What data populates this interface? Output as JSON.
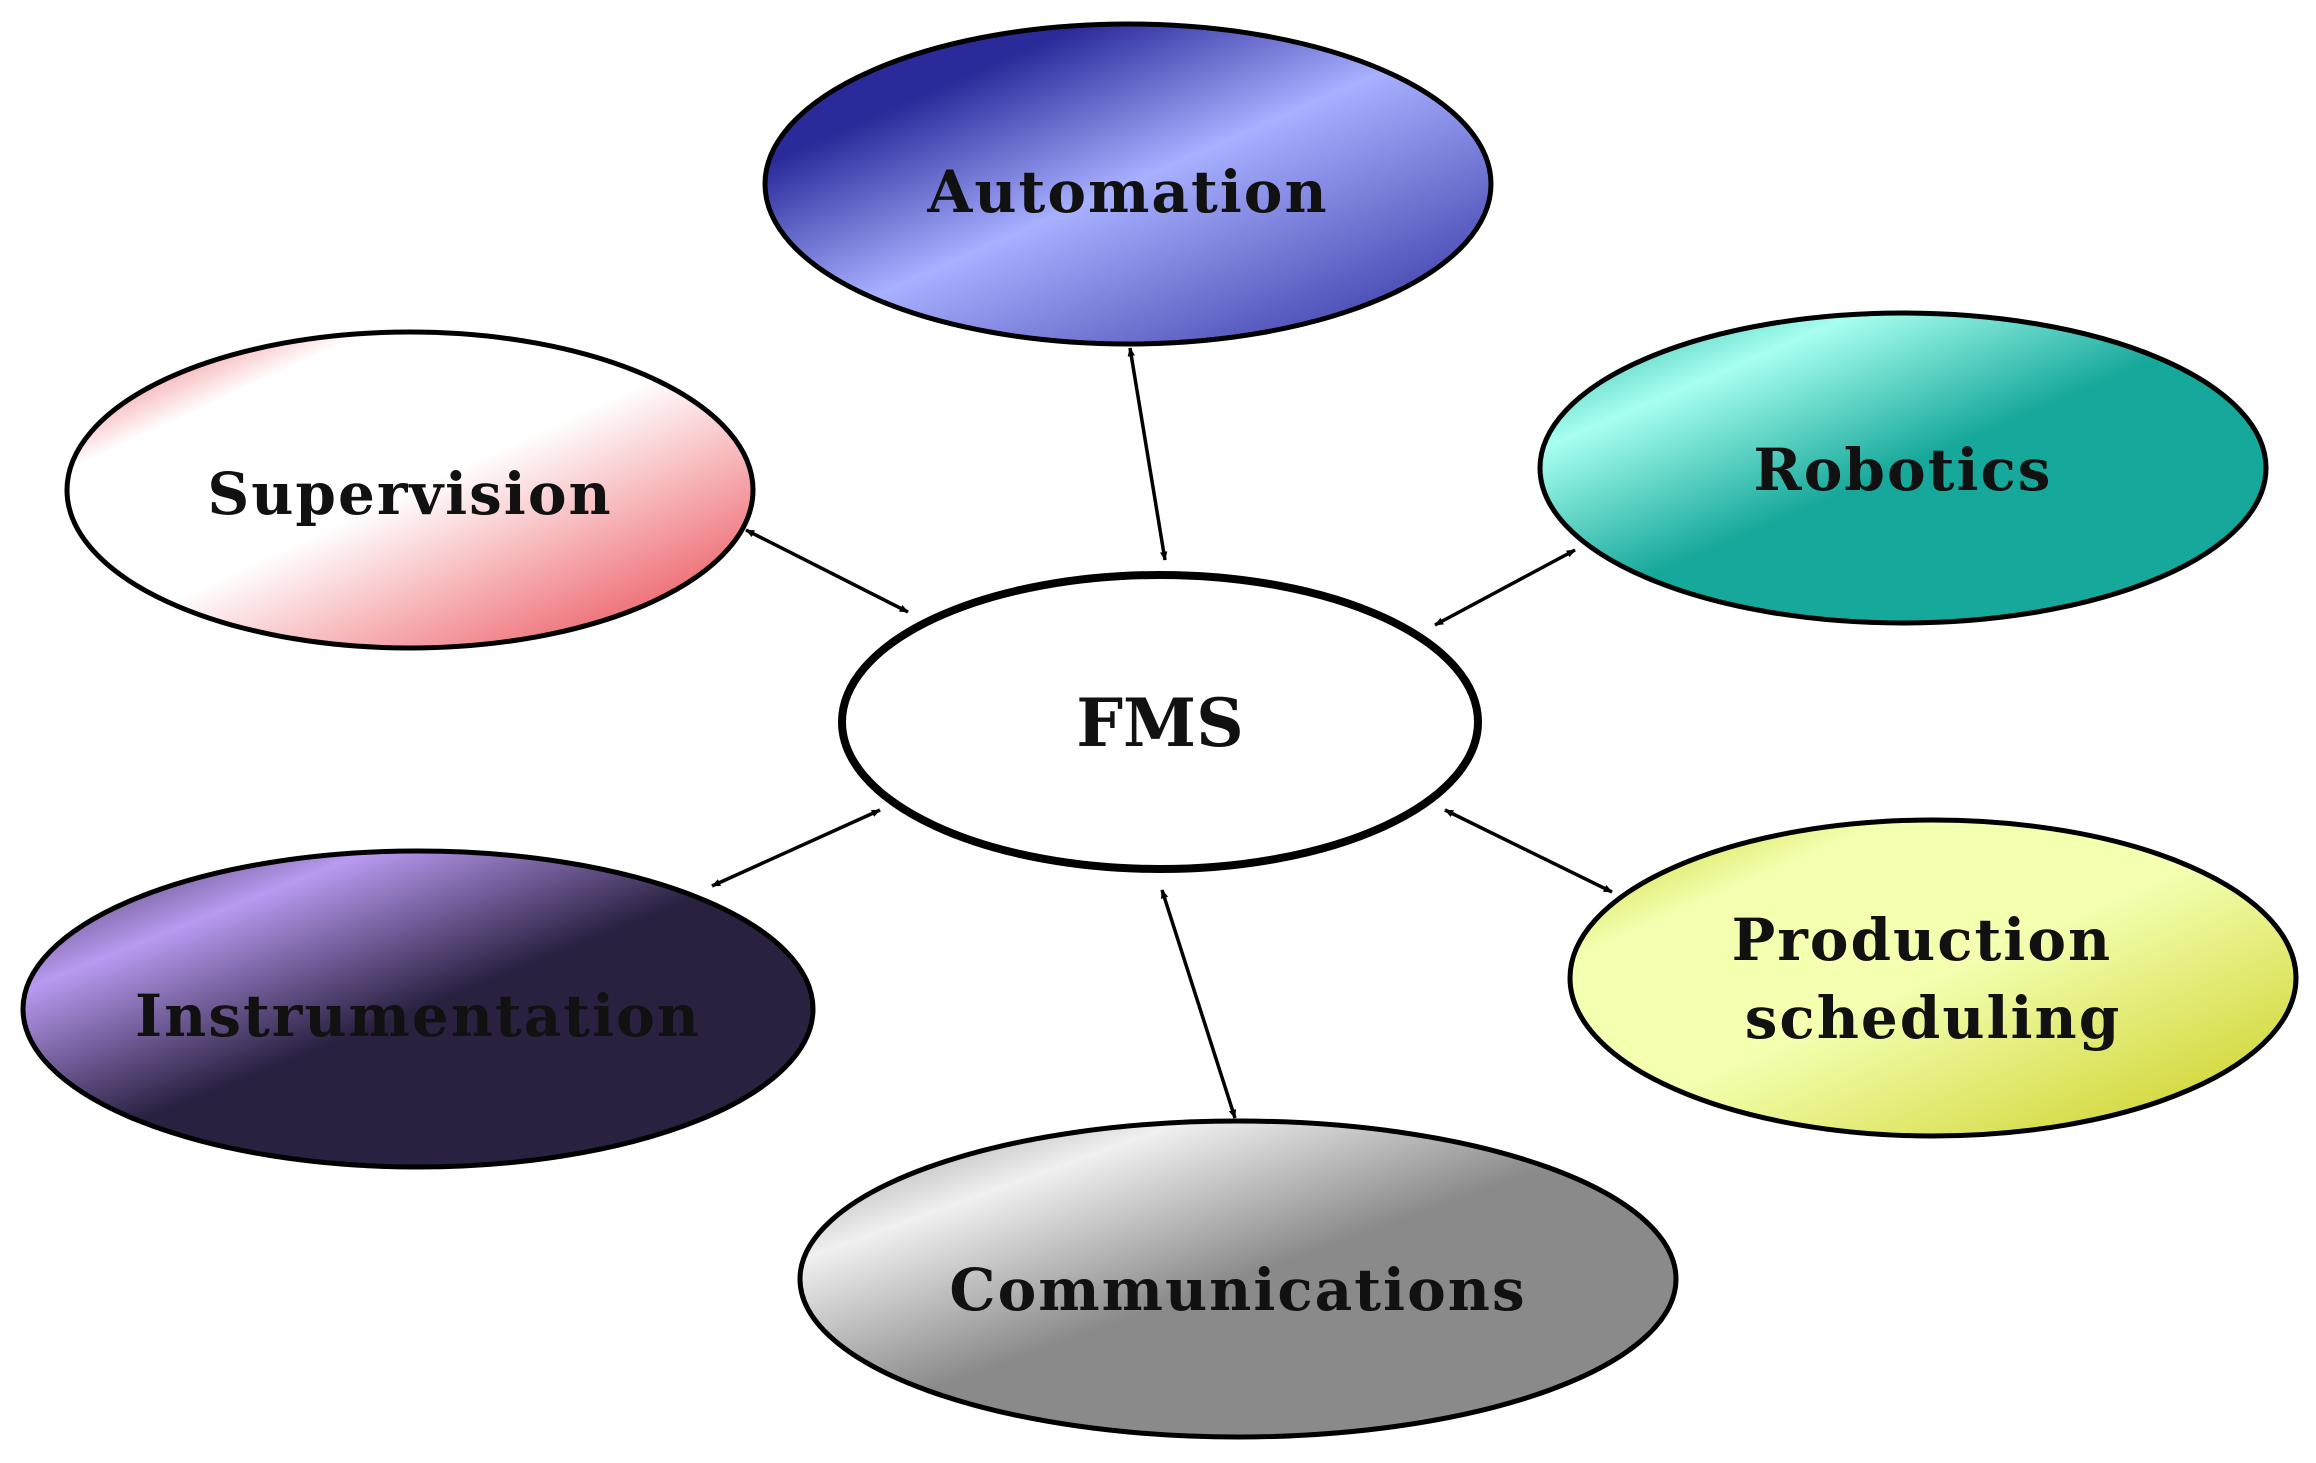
{
  "center": {
    "label": "FMS"
  },
  "nodes": [
    {
      "id": "automation",
      "label_lines": [
        "Automation"
      ],
      "color_light": "#a8b0ff",
      "color_dark": "#2a2a9a"
    },
    {
      "id": "robotics",
      "label_lines": [
        "Robotics"
      ],
      "color_light": "#a8fff0",
      "color_dark": "#16a89a"
    },
    {
      "id": "production-scheduling",
      "label_lines": [
        "Production",
        "scheduling"
      ],
      "color_light": "#f4ffb0",
      "color_dark": "#c8cc1a"
    },
    {
      "id": "communications",
      "label_lines": [
        "Communications"
      ],
      "color_light": "#f0f0f0",
      "color_dark": "#8a8a8a"
    },
    {
      "id": "instrumentation",
      "label_lines": [
        "Instrumentation"
      ],
      "color_light": "#b89af0",
      "color_dark": "#2a2040"
    },
    {
      "id": "supervision",
      "label_lines": [
        "Supervision"
      ],
      "color_light": "#ffffff",
      "color_dark": "#e83a44"
    }
  ],
  "connections": {
    "style": "bidirectional-arrow"
  }
}
